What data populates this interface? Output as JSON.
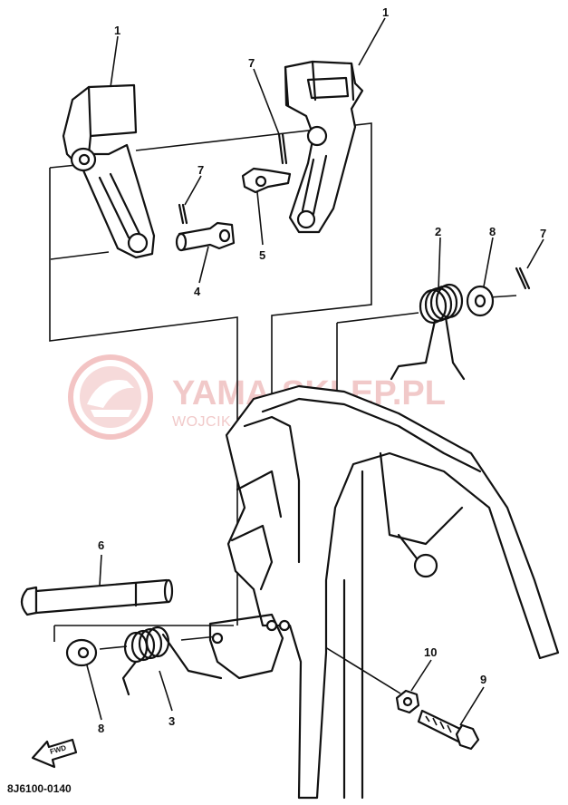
{
  "diagram": {
    "callouts": [
      {
        "id": "c1a",
        "label": "1"
      },
      {
        "id": "c1b",
        "label": "1"
      },
      {
        "id": "c7a",
        "label": "7"
      },
      {
        "id": "c7b",
        "label": "7"
      },
      {
        "id": "c7c",
        "label": "7"
      },
      {
        "id": "c5",
        "label": "5"
      },
      {
        "id": "c4",
        "label": "4"
      },
      {
        "id": "c2",
        "label": "2"
      },
      {
        "id": "c8a",
        "label": "8"
      },
      {
        "id": "c8b",
        "label": "8"
      },
      {
        "id": "c6",
        "label": "6"
      },
      {
        "id": "c3",
        "label": "3"
      },
      {
        "id": "c10",
        "label": "10"
      },
      {
        "id": "c9",
        "label": "9"
      }
    ],
    "fwd_label": "FWD",
    "drawing_code": "8J6100-0140"
  },
  "watermark": {
    "title": "YAMA-SKLEP.PL",
    "subtitle": "WOJCIK DEALER YAMAHA",
    "color": "#f1c9c9"
  }
}
